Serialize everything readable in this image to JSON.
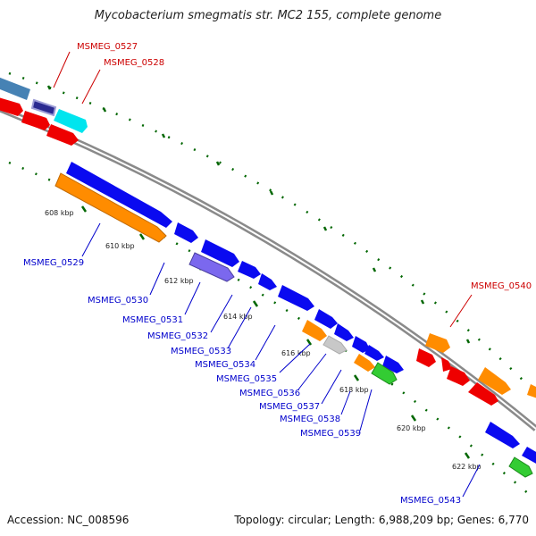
{
  "header": {
    "title": "Mycobacterium smegmatis str. MC2 155, complete genome"
  },
  "footer": {
    "accession": "Accession: NC_008596",
    "summary": "Topology: circular; Length: 6,988,209 bp; Genes: 6,770"
  },
  "colors": {
    "backbone": "#8a8a8a",
    "blue": "#0a0af0",
    "orange": "#ff8c00",
    "red": "#ee0000",
    "cyan": "#00e5ee",
    "gray": "#c8c8c8",
    "green": "#33cc33",
    "purple": "#7b68ee",
    "steel": "#4682b4",
    "dark_purple": "#2a2a90",
    "label_blue": "#0000cc",
    "label_red": "#cc0000",
    "tick_green": "#006600"
  },
  "ruler": {
    "ticks": [
      {
        "label": "608 kbp"
      },
      {
        "label": "610 kbp"
      },
      {
        "label": "612 kbp"
      },
      {
        "label": "614 kbp"
      },
      {
        "label": "616 kbp"
      },
      {
        "label": "618 kbp"
      },
      {
        "label": "620 kbp"
      },
      {
        "label": "622 kbp"
      }
    ]
  },
  "gene_labels": [
    {
      "name": "MSMEG_0527",
      "color": "red"
    },
    {
      "name": "MSMEG_0528",
      "color": "red"
    },
    {
      "name": "MSMEG_0529",
      "color": "blue"
    },
    {
      "name": "MSMEG_0530",
      "color": "blue"
    },
    {
      "name": "MSMEG_0531",
      "color": "blue"
    },
    {
      "name": "MSMEG_0532",
      "color": "blue"
    },
    {
      "name": "MSMEG_0533",
      "color": "blue"
    },
    {
      "name": "MSMEG_0534",
      "color": "blue"
    },
    {
      "name": "MSMEG_0535",
      "color": "blue"
    },
    {
      "name": "MSMEG_0536",
      "color": "blue"
    },
    {
      "name": "MSMEG_0537",
      "color": "blue"
    },
    {
      "name": "MSMEG_0538",
      "color": "blue"
    },
    {
      "name": "MSMEG_0539",
      "color": "blue"
    },
    {
      "name": "MSMEG_0540",
      "color": "red"
    },
    {
      "name": "MSMEG_0543",
      "color": "blue"
    }
  ]
}
